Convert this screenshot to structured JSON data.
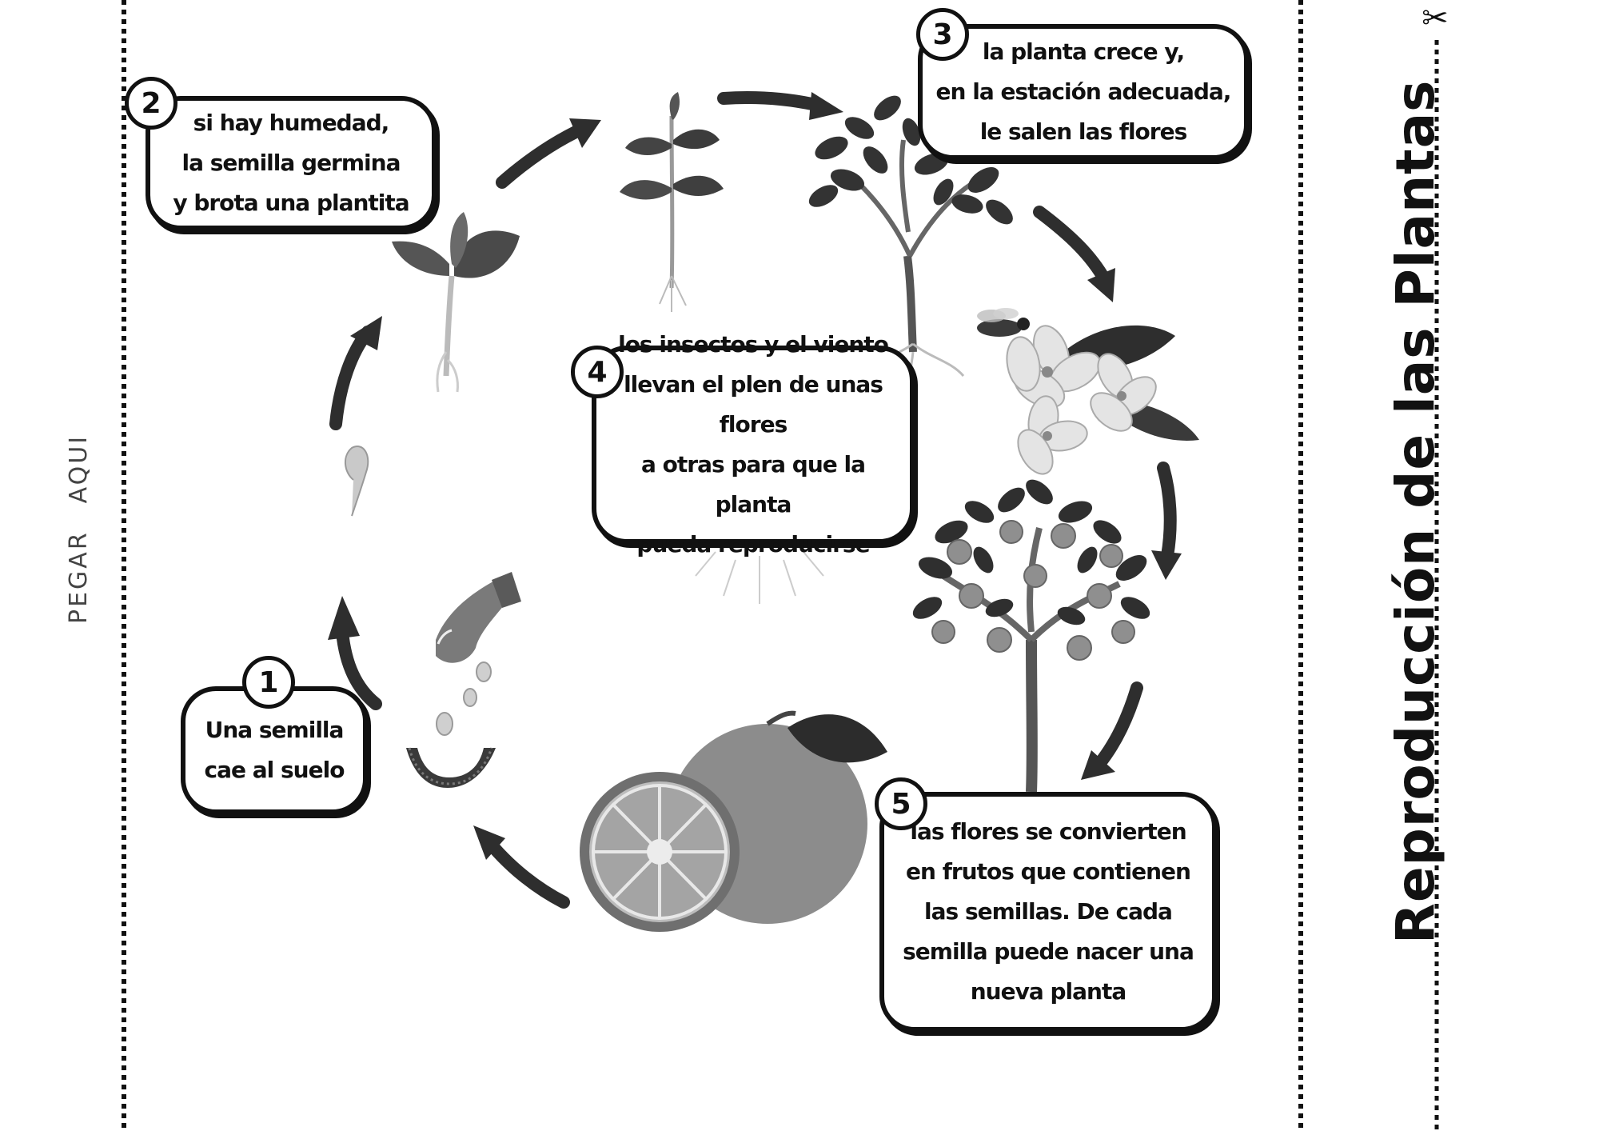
{
  "side_label": {
    "part1": "PEGAR",
    "part2": "AQUI"
  },
  "title": "Reproducción de las Plantas",
  "steps": [
    {
      "number": "1",
      "text": "Una semilla\ncae al suelo"
    },
    {
      "number": "2",
      "text": "si hay humedad,\nla semilla germina\ny brota una plantita"
    },
    {
      "number": "3",
      "text": "la planta crece y,\nen la estación adecuada,\nle salen las flores"
    },
    {
      "number": "4",
      "text": "los insectos y el viento\nllevan el plen de unas flores\na otras para que la planta\npueda reproducirse"
    },
    {
      "number": "5",
      "text": "las flores se convierten\nen frutos que contienen\nlas semillas. De cada\nsemilla puede nacer una\nnueva planta"
    }
  ],
  "icons": {
    "scissors": "✂",
    "hand": "hand-icon",
    "seed": "seed-icon",
    "sprout": "sprout-icon",
    "seedling": "seedling-icon",
    "tree": "tree-icon",
    "flowers": "flowers-icon",
    "bee": "bee-icon",
    "fruit_tree": "fruit-tree-icon",
    "orange": "orange-fruit-icon"
  },
  "colors": {
    "ink": "#111111",
    "leaf": "#3c3c3c",
    "fruit": "#8a8a8a",
    "fruit_light": "#b9b9b9"
  }
}
